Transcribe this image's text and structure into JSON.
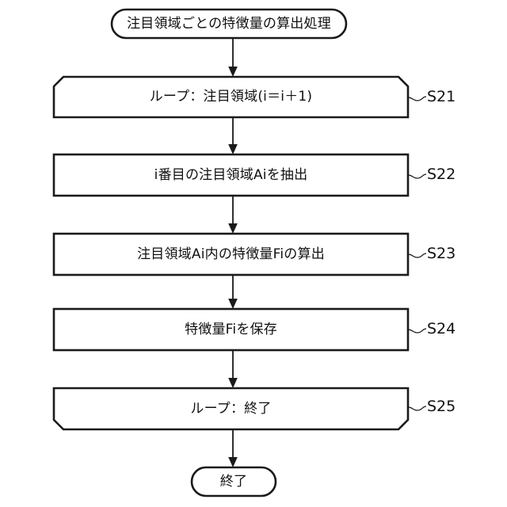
{
  "diagram": {
    "type": "flowchart",
    "title_node": {
      "shape": "terminator",
      "text": "注目領域ごとの特徴量の算出処理"
    },
    "nodes": [
      {
        "id": "loop-start",
        "shape": "loop-start",
        "text": "ループ：注目領域(i＝i＋1)",
        "step": "S21"
      },
      {
        "id": "extract-region",
        "shape": "process",
        "text": "i番目の注目領域Aiを抽出",
        "step": "S22"
      },
      {
        "id": "calc-feature",
        "shape": "process",
        "text": "注目領域Ai内の特徴量Fiの算出",
        "step": "S23"
      },
      {
        "id": "save-feature",
        "shape": "process",
        "text": "特徴量Fiを保存",
        "step": "S24"
      },
      {
        "id": "loop-end",
        "shape": "loop-end",
        "text": "ループ：終了",
        "step": "S25"
      }
    ],
    "end_node": {
      "shape": "terminator",
      "text": "終了"
    },
    "colors": {
      "stroke": "#1a1a1a",
      "fill": "#ffffff",
      "text": "#111111"
    }
  }
}
